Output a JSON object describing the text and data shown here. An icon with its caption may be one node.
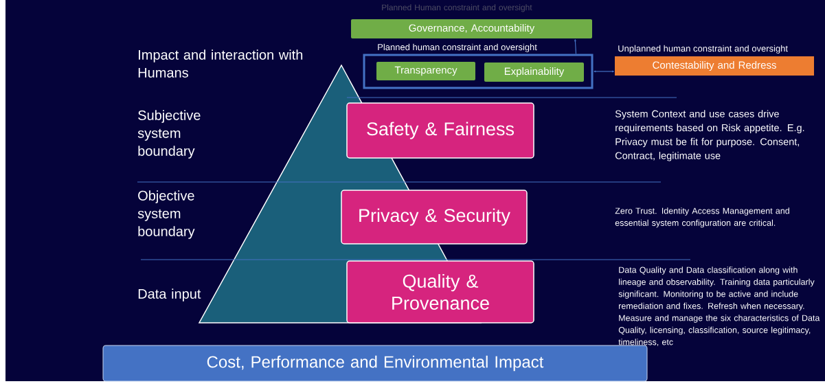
{
  "diagram": {
    "nodes": [
      {
        "text": [
          "Governance, Accountability"
        ]
      },
      {
        "text": [
          "Planned human constraint and oversight"
        ]
      },
      {
        "text": [
          "Transparency"
        ],
        "in": 1
      },
      {
        "text": [
          "Explainability"
        ],
        "in": 1
      },
      {
        "text": [
          "Unplanned human constraint and oversight",
          "Contestability and Redress"
        ]
      },
      {
        "text": [
          "Safety & Fairness"
        ]
      },
      {
        "text": [
          "Privacy & Security"
        ]
      },
      {
        "text": [
          "Quality & Provenance"
        ]
      },
      {
        "text": [
          "Cost, Performance and Environmental Impact"
        ]
      }
    ],
    "edges": [
      {
        "from": 1,
        "to": 0,
        "arrow": "to"
      },
      {
        "from": 1,
        "to": 4,
        "arrow": "both"
      }
    ],
    "labels": [
      "Planned Human constraint and oversight",
      "Impact and interaction with Humans",
      "Subjective system boundary",
      "System Context and use cases drive requirements based on Risk appetite. E.g. Privacy must be fit for purpose. Consent, Contract, legitimate use",
      "Objective system boundary",
      "Zero Trust. Identity Access Management and essential system configuration are critical.",
      "Data input",
      "Data Quality and Data classification along with lineage and observability. Training data particularly significant. Monitoring to be active and include remediation and fixes. Refresh when necessary. Measure and manage the six characteristics of Data Quality, licensing, classification, source legitimacy, timeliness, etc"
    ]
  }
}
